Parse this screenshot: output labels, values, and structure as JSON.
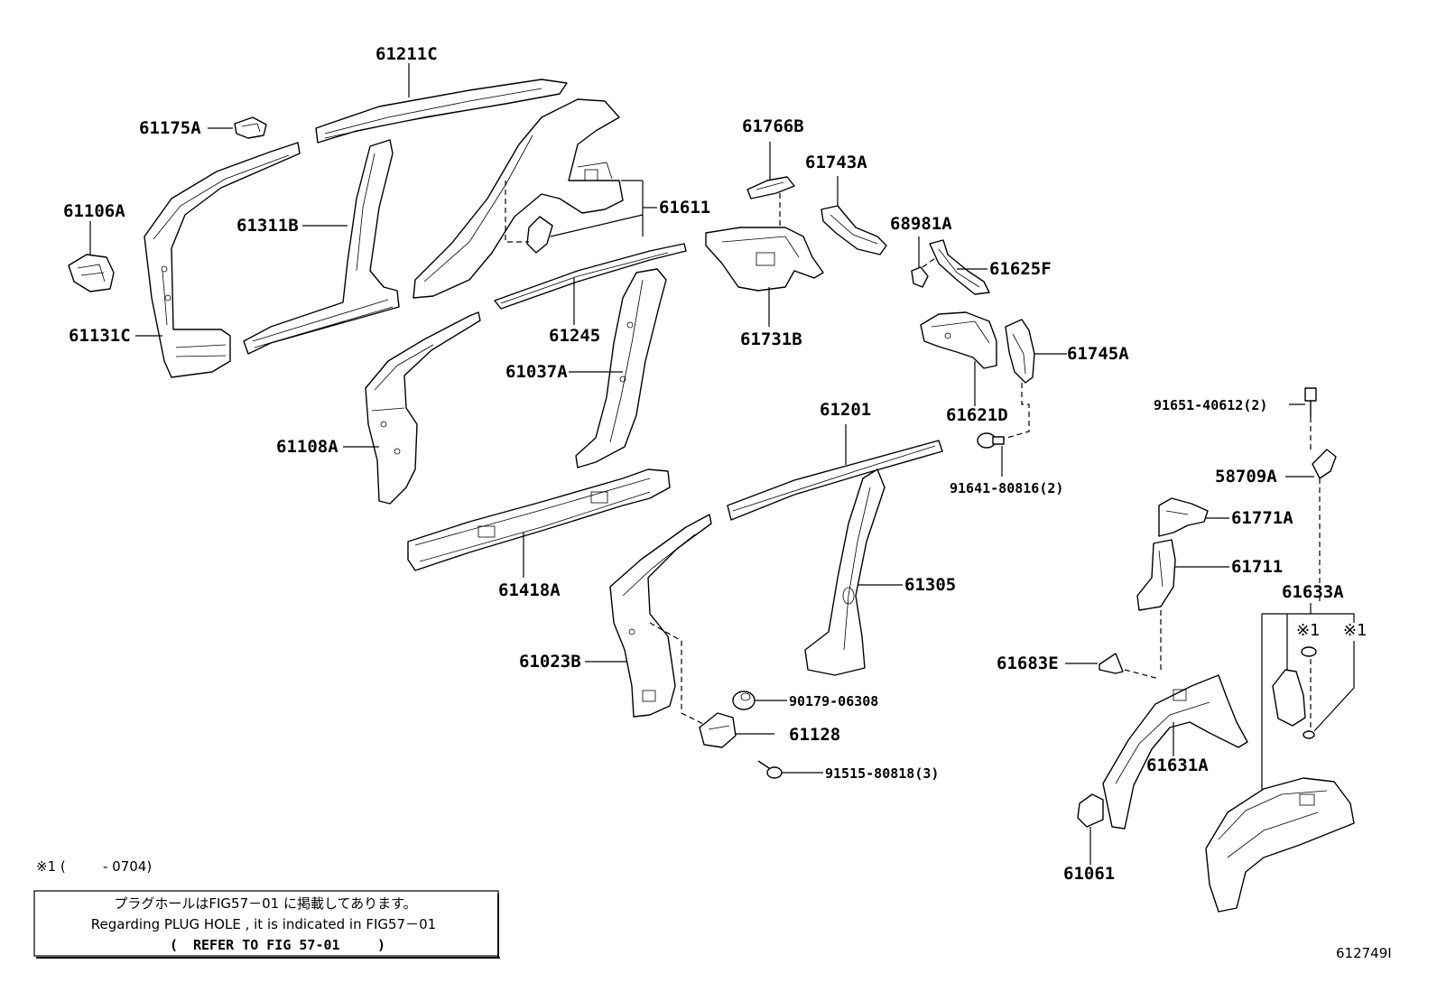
{
  "labels": {
    "p61211C": "61211C",
    "p61175A": "61175A",
    "p61106A": "61106A",
    "p61131C": "61131C",
    "p61311B": "61311B",
    "p61611": "61611",
    "p61245": "61245",
    "p61037A": "61037A",
    "p61108A": "61108A",
    "p61766B": "61766B",
    "p61743A": "61743A",
    "p61731B": "61731B",
    "p68981A": "68981A",
    "p61625F": "61625F",
    "p61621D": "61621D",
    "p61745A": "61745A",
    "p61201": "61201",
    "p91641": "91641-80816(2)",
    "p61418A": "61418A",
    "p61305": "61305",
    "p61023B": "61023B",
    "p90179": "90179-06308",
    "p61128": "61128",
    "p91515": "91515-80818(3)",
    "p91651": "91651-40612(2)",
    "p58709A": "58709A",
    "p61771A": "61771A",
    "p61711": "61711",
    "p61633A": "61633A",
    "p61683E": "61683E",
    "p61631A": "61631A",
    "p61061": "61061",
    "mark1a": "※1",
    "mark1b": "※1"
  },
  "footnote": {
    "mark": "※1 (",
    "range": "- 0704)"
  },
  "note_box": {
    "line1": "プラグホールはFIG57－01 に掲載してあります。",
    "line2": "Regarding  PLUG  HOLE  , it  is  indicated  in  FIG57－01",
    "line3_open": "(",
    "line3": "REFER TO FIG 57-01",
    "line3_close": ")"
  },
  "figure_id": "612749I"
}
